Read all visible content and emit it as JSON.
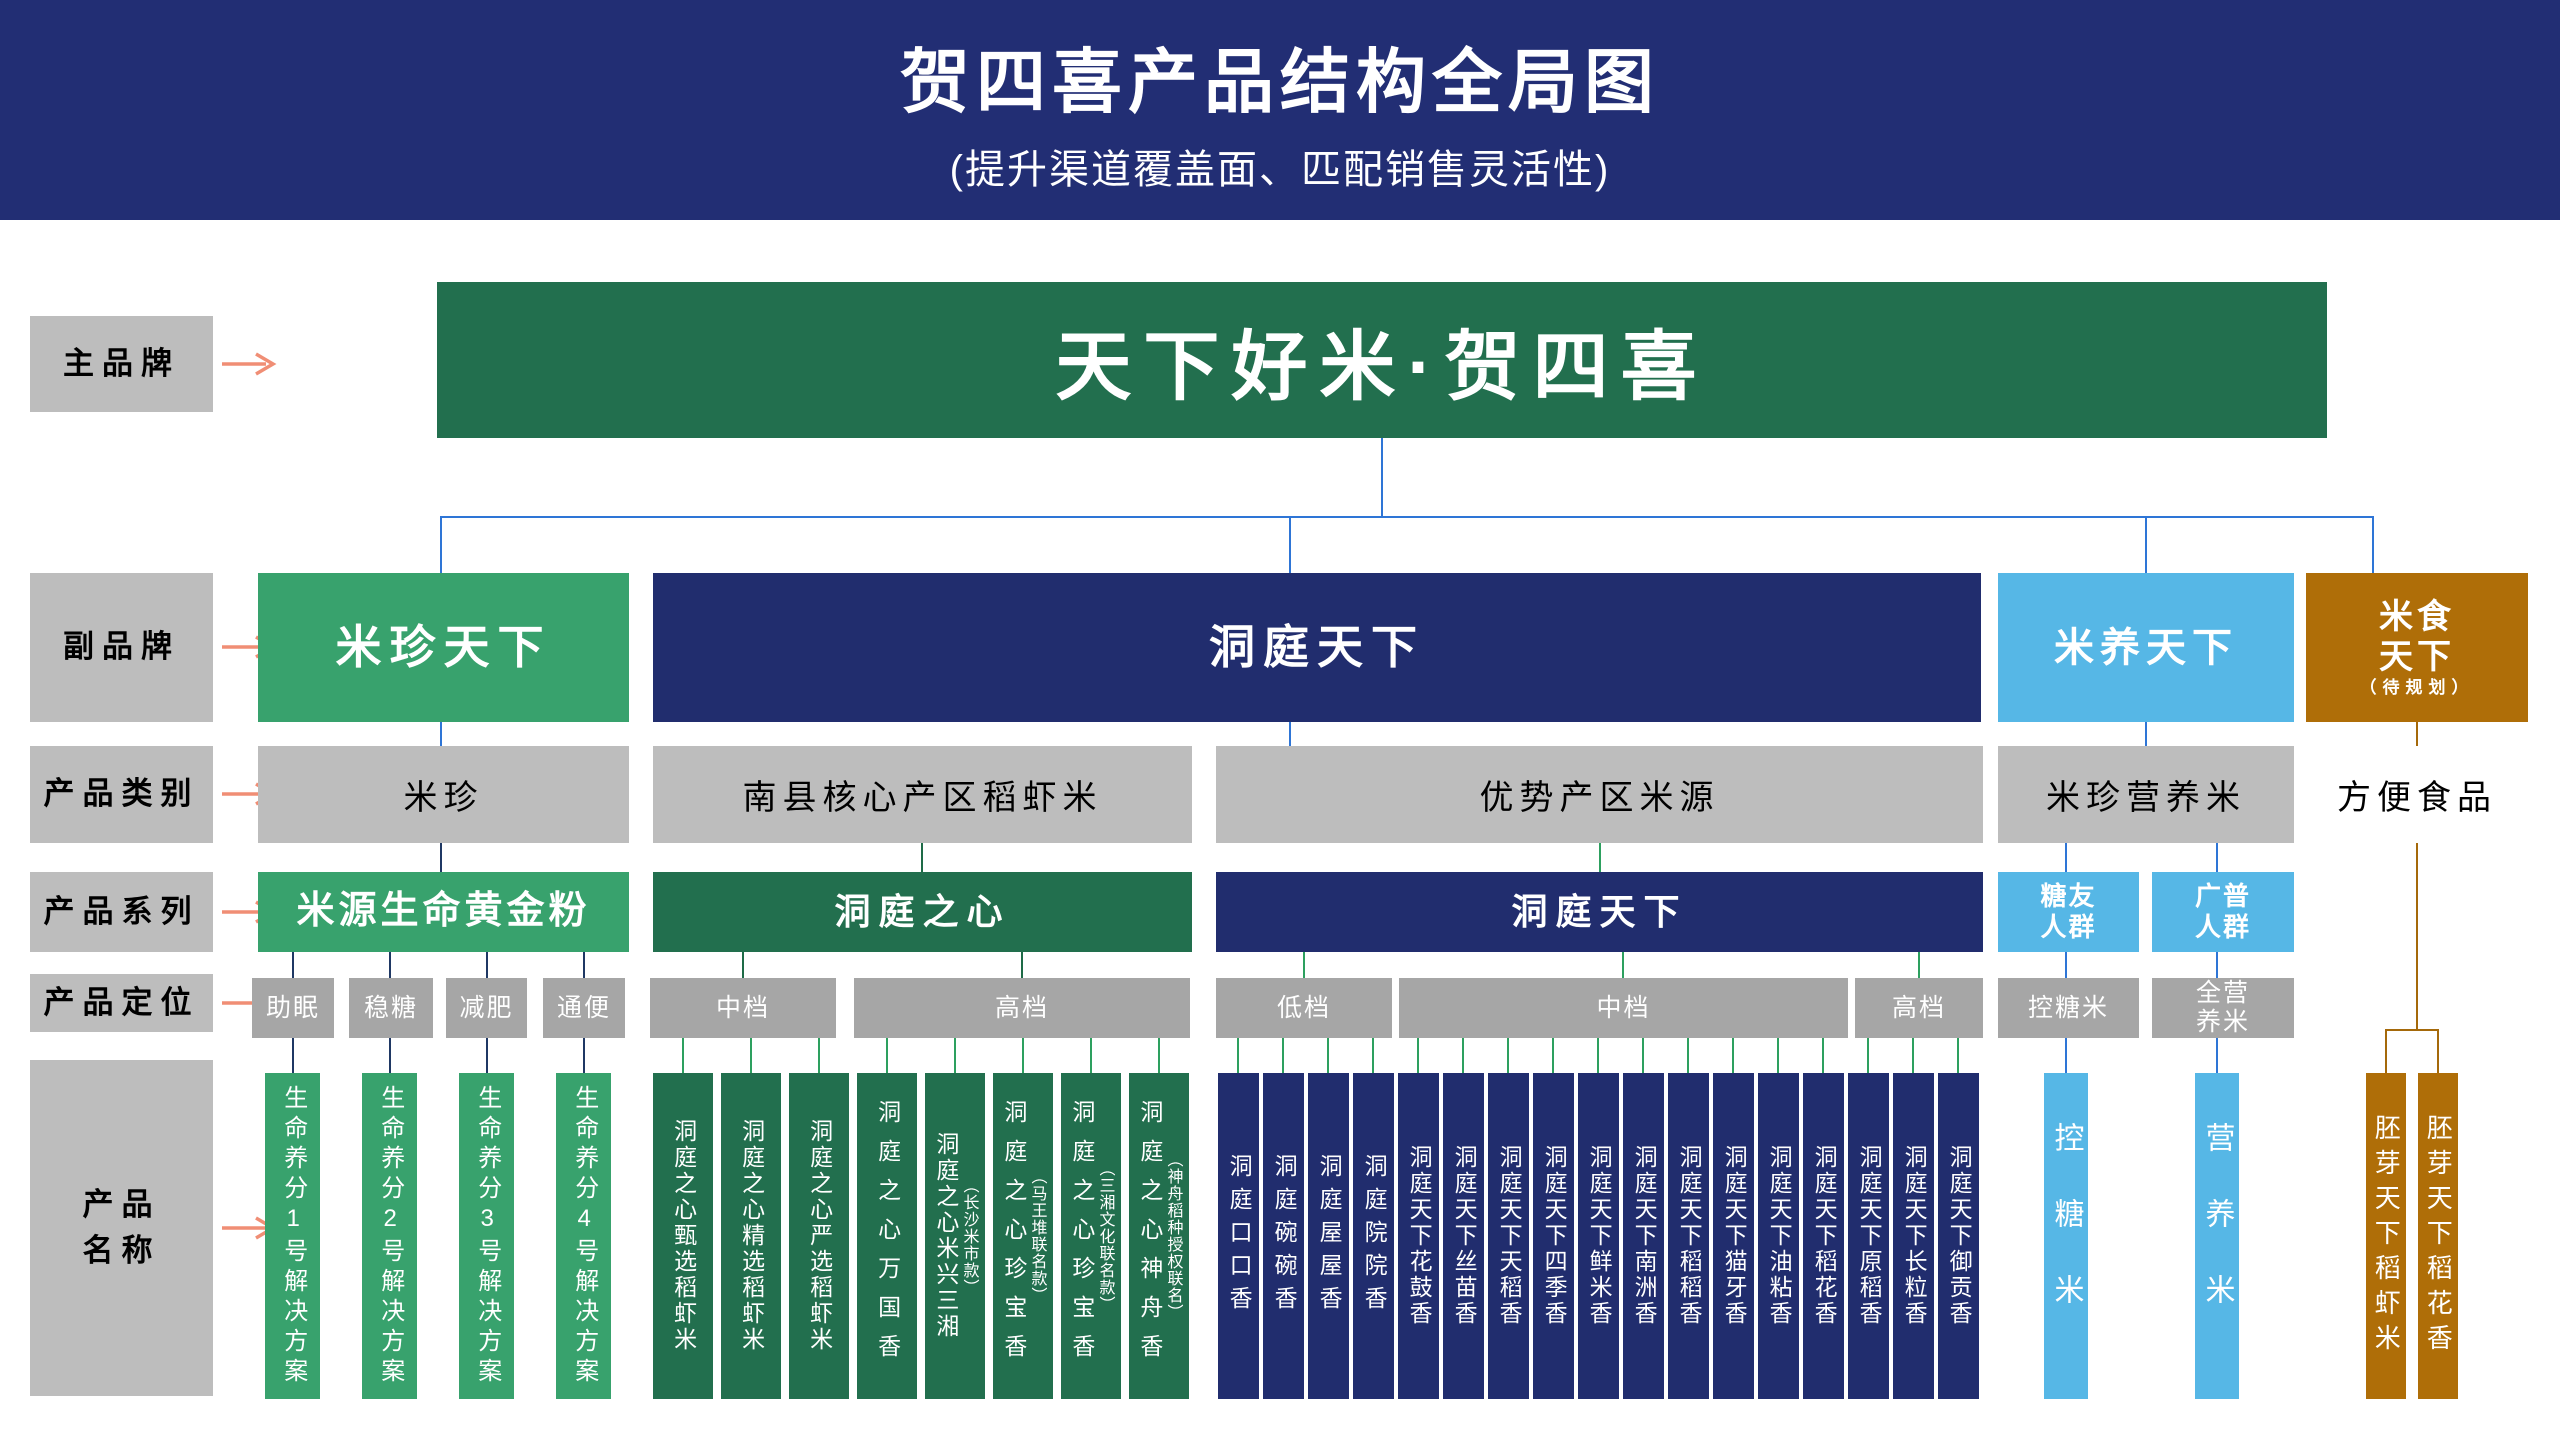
{
  "header": {
    "title": "贺四喜产品结构全局图",
    "subtitle": "(提升渠道覆盖面、匹配销售灵活性)"
  },
  "row_labels": {
    "main_brand": "主品牌",
    "sub_brand": "副品牌",
    "category": "产品类别",
    "series": "产品系列",
    "positioning": "产品定位",
    "product_name": "产品\n名称"
  },
  "main_brand": "天下好米·贺四喜",
  "sub_brands": [
    {
      "label": "米珍天下"
    },
    {
      "label": "洞庭天下"
    },
    {
      "label": "米养天下"
    },
    {
      "label": "米食\n天下",
      "note": "（待规划）"
    }
  ],
  "categories": [
    {
      "label": "米珍"
    },
    {
      "label": "南县核心产区稻虾米"
    },
    {
      "label": "优势产区米源"
    },
    {
      "label": "米珍营养米"
    },
    {
      "label": "方便食品"
    }
  ],
  "series": [
    {
      "label": "米源生命黄金粉"
    },
    {
      "label": "洞庭之心"
    },
    {
      "label": "洞庭天下"
    },
    {
      "label": "糖友\n人群"
    },
    {
      "label": "广普\n人群"
    }
  ],
  "positioning": [
    {
      "label": "助眠"
    },
    {
      "label": "稳糖"
    },
    {
      "label": "减肥"
    },
    {
      "label": "通便"
    },
    {
      "label": "中档"
    },
    {
      "label": "高档"
    },
    {
      "label": "低档"
    },
    {
      "label": "中档"
    },
    {
      "label": "高档"
    },
    {
      "label": "控糖米"
    },
    {
      "label": "全营\n养米"
    }
  ],
  "products": [
    {
      "name": "生命养分1号解决方案"
    },
    {
      "name": "生命养分2号解决方案"
    },
    {
      "name": "生命养分3号解决方案"
    },
    {
      "name": "生命养分4号解决方案"
    },
    {
      "name": "洞庭之心甄选稻虾米"
    },
    {
      "name": "洞庭之心精选稻虾米"
    },
    {
      "name": "洞庭之心严选稻虾米"
    },
    {
      "name": "洞庭之心万国香"
    },
    {
      "name": "洞庭之心米兴三湘",
      "sub": "（长沙米市款）"
    },
    {
      "name": "洞庭之心珍宝香",
      "sub": "（马王堆联名款）"
    },
    {
      "name": "洞庭之心珍宝香",
      "sub": "（三湘文化联名款）"
    },
    {
      "name": "洞庭之心神舟香",
      "sub": "（神舟稻种授权联名）"
    },
    {
      "name": "洞庭口口香"
    },
    {
      "name": "洞庭碗碗香"
    },
    {
      "name": "洞庭屋屋香"
    },
    {
      "name": "洞庭院院香"
    },
    {
      "name": "洞庭天下花鼓香"
    },
    {
      "name": "洞庭天下丝苗香"
    },
    {
      "name": "洞庭天下天稻香"
    },
    {
      "name": "洞庭天下四季香"
    },
    {
      "name": "洞庭天下鲜米香"
    },
    {
      "name": "洞庭天下南洲香"
    },
    {
      "name": "洞庭天下稻稻香"
    },
    {
      "name": "洞庭天下猫牙香"
    },
    {
      "name": "洞庭天下油粘香"
    },
    {
      "name": "洞庭天下稻花香"
    },
    {
      "name": "洞庭天下原稻香"
    },
    {
      "name": "洞庭天下长粒香"
    },
    {
      "name": "洞庭天下御贡香"
    },
    {
      "name": "控糖米"
    },
    {
      "name": "营养米"
    },
    {
      "name": "胚芽天下稻虾米"
    },
    {
      "name": "胚芽天下稻花香"
    }
  ],
  "colors": {
    "header_bg": "#222E74",
    "brand_green": "#226F4E",
    "mid_green": "#38A26D",
    "navy": "#212D6E",
    "light_blue": "#56B7E6",
    "gold": "#AF6E08",
    "label_gray": "#BDBDBD",
    "positioning_gray": "#A6A6A6",
    "arrow": "#F08E75",
    "line_blue": "#2E75D6",
    "line_navy": "#1F3864",
    "line_dark_green": "#1E6B47",
    "line_green": "#2DA05F",
    "line_gold": "#A5690A"
  }
}
